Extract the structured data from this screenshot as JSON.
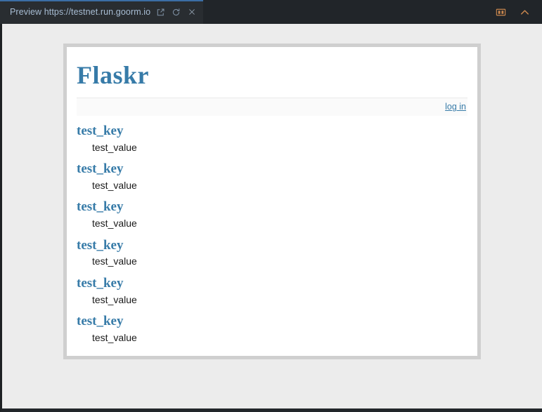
{
  "titlebar": {
    "tab": {
      "label": "Preview https://testnet.run.goorm.io",
      "open_external_icon": "external-link-icon",
      "reload_icon": "reload-icon",
      "close_icon": "close-icon"
    },
    "actions": [
      {
        "name": "split-editor-icon",
        "color": "#c9874e"
      },
      {
        "name": "chevron-up-icon",
        "color": "#c9874e"
      }
    ]
  },
  "page": {
    "site_title": "Flaskr",
    "nav": {
      "login_label": "log in"
    },
    "entries": [
      {
        "title": "test_key",
        "body": "test_value"
      },
      {
        "title": "test_key",
        "body": "test_value"
      },
      {
        "title": "test_key",
        "body": "test_value"
      },
      {
        "title": "test_key",
        "body": "test_value"
      },
      {
        "title": "test_key",
        "body": "test_value"
      },
      {
        "title": "test_key",
        "body": "test_value"
      }
    ]
  },
  "colors": {
    "accent_blue": "#377ba8",
    "page_border": "#cfcfcf",
    "viewport_bg": "#ececec",
    "titlebar_bg": "#212529",
    "tab_active_bg": "#292d31",
    "tab_top_accent": "#3b6ea5"
  }
}
